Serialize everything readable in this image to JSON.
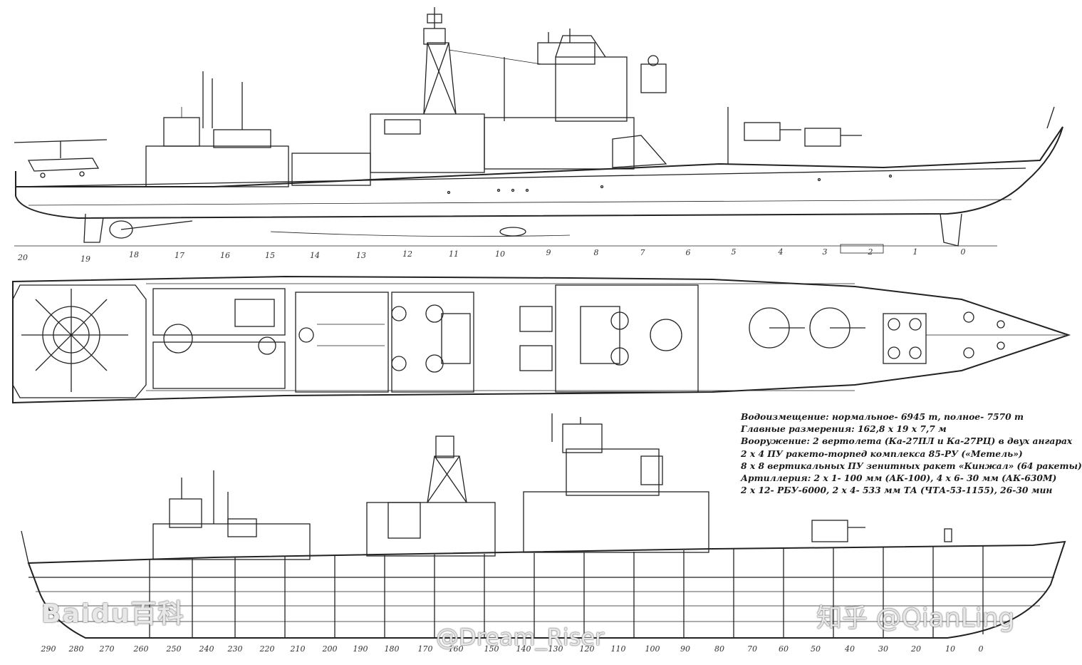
{
  "profile_frame_numbers": [
    "20",
    "19",
    "18",
    "17",
    "16",
    "15",
    "14",
    "13",
    "12",
    "11",
    "10",
    "9",
    "8",
    "7",
    "6",
    "5",
    "4",
    "3",
    "2",
    "1",
    "0"
  ],
  "hull_frame_numbers": [
    "290",
    "280",
    "270",
    "260",
    "250",
    "240",
    "230",
    "220",
    "210",
    "200",
    "190",
    "180",
    "170",
    "160",
    "150",
    "140",
    "130",
    "120",
    "110",
    "100",
    "90",
    "80",
    "70",
    "60",
    "50",
    "40",
    "30",
    "20",
    "10",
    "0"
  ],
  "specs": [
    "Водоизмещение:  нормальное- 6945 т, полное- 7570 т",
    "Главные размерения: 162,8 х 19 х 7,7 м",
    "Вооружение: 2 вертолета (Ка-27ПЛ и Ка-27РЦ) в двух ангарах",
    "2 х 4 ПУ ракето-торпед комплекса 85-РУ («Метель»)",
    "8 х 8 вертикальных ПУ зенитных ракет «Кинжал» (64 ракеты)",
    "Артиллерия: 2 х 1- 100 мм (АК-100), 4 х 6- 30 мм (АК-630М)",
    "2 х 12- РБУ-6000, 2 х 4- 533 мм ТА (ЧТА-53-1155), 26-30 мин"
  ],
  "watermarks": {
    "zhihu": "知乎 @QianLing",
    "dream": "@Dream_Riser",
    "baidu": "Baidu百科"
  }
}
